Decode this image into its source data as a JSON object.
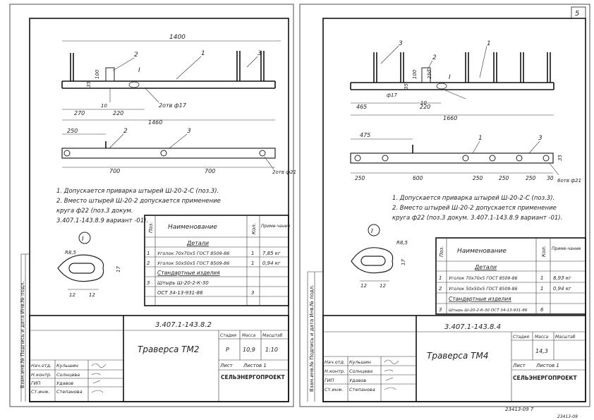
{
  "page_number": "5",
  "left": {
    "dim_top": "1400",
    "dim_mid_a": "270",
    "dim_mid_b": "220",
    "dim_bottom": "1460",
    "pos1": "1",
    "pos2": "2",
    "pos3": "3",
    "small_100": "100",
    "small_35": "35",
    "small_10": "10",
    "section_mark": "I",
    "holes": "2отв ф17",
    "plan_250": "250",
    "plan_700a": "700",
    "plan_700b": "700",
    "plan_holes": "2отв ф21",
    "note1": "1. Допускается приварка штырей Ш-20-2-С (поз.3).",
    "note2a": "2. Вместо штырей Ш-20-2 допускается применение",
    "note2b": "круга ф22 (поз.3 докум.",
    "note2c": "3.407.1-143.8.9 вариант -01).",
    "detail_mark": "I",
    "detail_r": "R8,5",
    "detail_17": "17",
    "detail_12a": "12",
    "detail_12b": "12",
    "table": {
      "h_pos": "Поз.",
      "h_name": "Наименование",
      "h_qty": "Кол.",
      "h_note": "Приме-чание",
      "sec_details": "Детали",
      "r1_pos": "1",
      "r1_name": "Уголок 70х70х5 ГОСТ 8509-86",
      "r1_qty": "1",
      "r1_note": "7,85 кг",
      "r2_pos": "2",
      "r2_name": "Уголок 50х50х5 ГОСТ 8509-86",
      "r2_qty": "1",
      "r2_note": "0,94 кг",
      "sec_std": "Стандартные изделия",
      "r3_pos": "3",
      "r3_name": "Штырь Ш-20-2-К-30",
      "r3_name2": "ОСТ 34-13-931-86",
      "r3_qty": "3"
    },
    "side_labels": "Взам.инв.№  Подпись и дата  Инв.№ подл.",
    "stamp": {
      "code": "3.407.1-143.8.2",
      "title": "Траверса ТМ2",
      "h_stage": "Стадия",
      "h_mass": "Масса",
      "h_scale": "Масштаб",
      "stage": "Р",
      "mass": "10,9",
      "scale": "1:10",
      "sheet": "Лист",
      "sheets": "Листов 1",
      "org": "СЕЛЬЭНЕРГОПРОЕКТ",
      "roles": [
        "Нач.отд.",
        "Н.контр.",
        "ГИП",
        "Ст.инж."
      ],
      "names": [
        "Кульшин",
        "Солнцева",
        "Удавов",
        "Степанова"
      ]
    }
  },
  "right": {
    "pos1": "1",
    "pos2": "2",
    "pos3": "3",
    "small_100": "100",
    "small_250": "250",
    "small_35": "35",
    "holes_17": "ф17",
    "dim_10": "10",
    "dim_465": "465",
    "dim_220": "220",
    "dim_1660": "1660",
    "section_mark": "I",
    "plan_475": "475",
    "plan_dims": [
      "250",
      "600",
      "250",
      "250",
      "250",
      "30"
    ],
    "plan_35": "35",
    "plan_holes": "6отв ф21",
    "note1": "1. Допускается приварка штырей Ш-20-2-С (поз.3).",
    "note2a": "2. Вместо штырей Ш-20-2 допускается применение",
    "note2b": "круга ф22 (поз.3 докум. 3.407.1-143.8.9 вариант -01).",
    "detail_mark": "I",
    "detail_r": "R8,5",
    "detail_17": "17",
    "detail_12a": "12",
    "detail_12b": "12",
    "table": {
      "h_pos": "Поз.",
      "h_name": "Наименование",
      "h_qty": "Кол.",
      "h_note": "Приме-чание",
      "sec_details": "Детали",
      "r1_pos": "1",
      "r1_name": "Уголок 70х70х5 ГОСТ 8509-86",
      "r1_qty": "1",
      "r1_note": "8,93 кг",
      "r2_pos": "2",
      "r2_name": "Уголок 50х50х5 ГОСТ 8509-86",
      "r2_qty": "1",
      "r2_note": "0,94 кг",
      "sec_std": "Стандартные изделия",
      "r3_pos": "3",
      "r3_name": "Штырь Ш-20-2-К-30 ОСТ 34-13-931-86",
      "r3_qty": "6"
    },
    "side_labels": "Взам.инв.№  Подпись и дата  Инв.№ подл.",
    "stamp": {
      "code": "3.407.1-143.8.4",
      "title": "Траверса ТМ4",
      "h_stage": "Стадия",
      "h_mass": "Масса",
      "h_scale": "Масштаб",
      "mass": "14,3",
      "sheet": "Лист",
      "sheets": "Листов 1",
      "org": "СЕЛЬЭНЕРГОПРОЕКТ",
      "roles": [
        "Нач.отд.",
        "Н.контр.",
        "ГИП",
        "Ст.инж."
      ],
      "names": [
        "Кульшин",
        "Солнцева",
        "Удавов",
        "Степанова"
      ]
    },
    "footer_a": "23413-09   7",
    "footer_b": "23413-09"
  }
}
